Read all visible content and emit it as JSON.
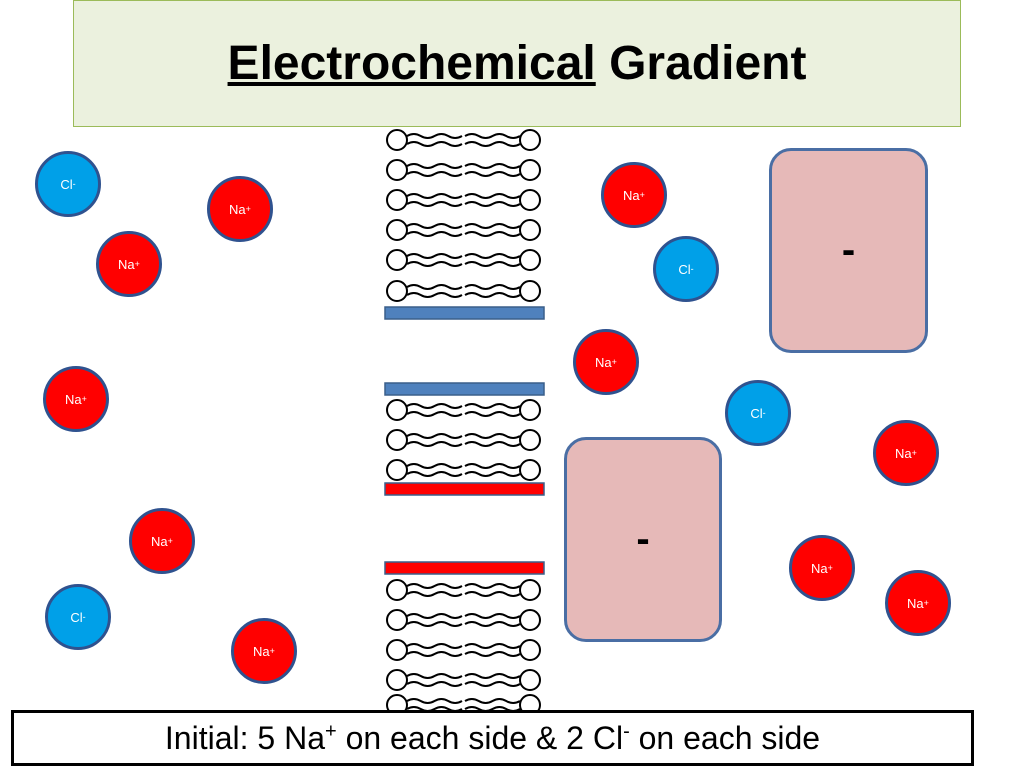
{
  "title": {
    "underlined": "Electrochemical",
    "rest": "Gradient"
  },
  "ions": [
    {
      "symbol": "Cl",
      "sup": "-",
      "type": "cl"
    },
    {
      "symbol": "Na",
      "sup": "+",
      "type": "na"
    },
    {
      "symbol": "Na",
      "sup": "+",
      "type": "na"
    },
    {
      "symbol": "Na",
      "sup": "+",
      "type": "na"
    },
    {
      "symbol": "Na",
      "sup": "+",
      "type": "na"
    },
    {
      "symbol": "Cl",
      "sup": "-",
      "type": "cl"
    },
    {
      "symbol": "Na",
      "sup": "+",
      "type": "na"
    },
    {
      "symbol": "Na",
      "sup": "+",
      "type": "na"
    },
    {
      "symbol": "Cl",
      "sup": "-",
      "type": "cl"
    },
    {
      "symbol": "Na",
      "sup": "+",
      "type": "na"
    },
    {
      "symbol": "Cl",
      "sup": "-",
      "type": "cl"
    },
    {
      "symbol": "Na",
      "sup": "+",
      "type": "na"
    },
    {
      "symbol": "Na",
      "sup": "+",
      "type": "na"
    },
    {
      "symbol": "Na",
      "sup": "+",
      "type": "na"
    }
  ],
  "charge_boxes": [
    {
      "label": "-"
    },
    {
      "label": "-"
    }
  ],
  "caption": {
    "part1": "Initial:  5 Na",
    "sup1": "+",
    "part2": " on each side & 2 Cl",
    "sup2": "-",
    "part3": " on each side"
  },
  "colors": {
    "na": "#ff0000",
    "cl": "#00a0e8",
    "channel_closed": "#4f81bd",
    "channel_open": "#ff0000",
    "charge_box": "#e6b9b8",
    "title_bg": "#ebf1de"
  }
}
